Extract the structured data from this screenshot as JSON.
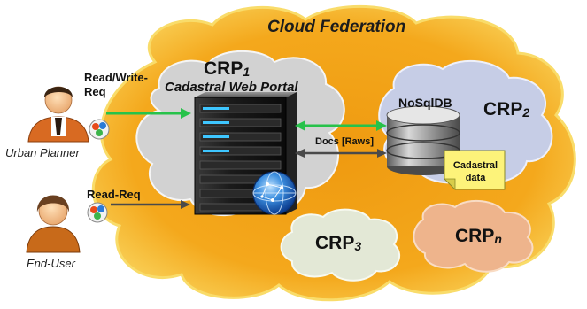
{
  "title": "Cloud Federation",
  "crp1": {
    "label": "CRP",
    "index": "1",
    "subtitle": "Cadastral Web Portal"
  },
  "crp2": {
    "label": "CRP",
    "index": "2"
  },
  "crp3": {
    "label": "CRP",
    "index": "3"
  },
  "crpn": {
    "label": "CRP",
    "index": "n"
  },
  "database": {
    "label": "NoSqlDB"
  },
  "note": {
    "line1": "Cadastral",
    "line2": "data"
  },
  "docs_label": "Docs [Raws]",
  "actors": {
    "urban_planner": {
      "label": "Urban Planner",
      "request_line1": "Read/Write-",
      "request_line2": "Req"
    },
    "end_user": {
      "label": "End-User",
      "request": "Read-Req"
    }
  },
  "colors": {
    "federation_fill": "#f4a81c",
    "federation_edge": "#f9d25a",
    "crp1_fill": "#d2d2d2",
    "crp2_fill": "#c6cde6",
    "crp3_fill": "#e3e8d6",
    "crpn_fill": "#eeb48c",
    "green_arrow": "#27c24a",
    "dark_arrow": "#4a4a4a",
    "note_fill": "#fdf37a"
  },
  "icons": [
    "server-icon",
    "globe-icon",
    "database-icon",
    "note-icon",
    "urban-planner-avatar-icon",
    "end-user-avatar-icon",
    "browser-icon"
  ]
}
